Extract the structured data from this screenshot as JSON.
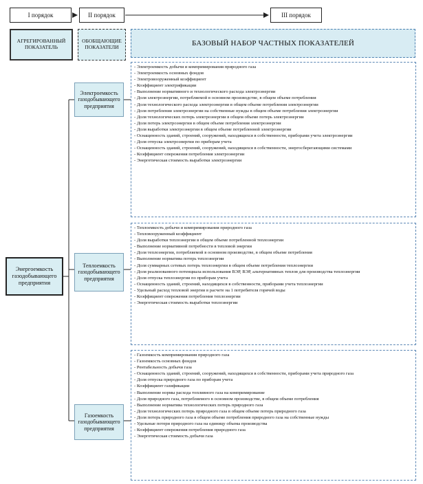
{
  "levels": {
    "first": "I порядок",
    "second": "II порядок",
    "third": "III порядок"
  },
  "headers": {
    "aggregated": "АГРЕГИРОВАННЫЙ ПОКАЗАТЕЛЬ",
    "generalizing": "ОБОБЩАЮЩИЕ ПОКАЗАТЕЛИ",
    "basic_set": "БАЗОВЫЙ НАБОР ЧАСТНЫХ ПОКАЗАТЕЛЕЙ"
  },
  "root": "Энергоемкость газодобывающего предприятия",
  "categories": [
    {
      "label": "Электроемкость газодобывающего предприятия",
      "items": [
        "Электроемкость добычи и компримирования природного газа",
        "Электроемкость основных фондов",
        "Электровооруженный коэффициент",
        "Коэффициент электрификации",
        "Выполнение нормативного и технологического расхода электроэнергии",
        "Доля электроэнергии, потребляемой в основном производстве, в общем объеме потребления",
        "Доля технологического расхода электроэнергии в общем объеме потребления электроэнергии",
        "Доля потребления электроэнергии на собственные нужды в общем объеме потребления электроэнергии",
        "Доля технологических потерь электроэнергии в общем объеме потерь электроэнергии",
        "Доля потерь электроэнергии в общем объеме потребления электроэнергии",
        "Доля выработки электроэнергии в общем объеме потребленной электроэнергии",
        "Оснащенность зданий, строений, сооружений, находящихся в собственности, приборами учета электроэнергии",
        "Доля отпуска электроэнергии по приборам учета",
        "Оснащенность зданий, строений, сооружений, находящихся в собственности, энергосберегающими системами",
        "Коэффициент опережения потребления электроэнергии",
        "Энергетическая стоимость выработки электроэнергии"
      ]
    },
    {
      "label": "Теплоемкость газодобывающего предприятия",
      "items": [
        "Теплоемкость добычи и компримирования природного газа",
        "Тепловооруженный коэффициент",
        "Доля выработки теплоэнергии в общем объеме потребленной теплоэнергии",
        "Выполнение нормативной потребности в тепловой энергии",
        "Доля теплоэнергии, потребляемой в основном производстве, в общем объеме потребления",
        "Выполнение норматива потерь теплоэнергии",
        "Доля суммарных сетевых потерь теплоэнергии в общем объеме потребления теплоэнергии",
        "Доля реализованного потенциала использования ВЭР, ВЭР, альтернативных теплов для производства теплоэнергии",
        "Доля отпуска теплоэнергии по приборам учета",
        "Оснащенность зданий, строений, находящихся в собственности, приборами учета теплоэнергии",
        "Удельный расход тепловой энергии в расчете на 1 потребителя горячей воды",
        "Коэффициент опережения потребления теплоэнергии",
        "Энергетическая стоимость выработки теплоэнергии"
      ]
    },
    {
      "label": "Газоемкость газодобывающего предприятия",
      "items": [
        "Газоемкость компримирования природного газа",
        "Газоемкость основных фондов",
        "Рентабельность добычи газа",
        "Оснащенность зданий, строений, сооружений, находящихся в собственности, приборами учета природного газа",
        "Доля отпуска природного газа по приборам учета",
        "Коэффициент газификации",
        "Выполнение нормы расхода топливного газа на компримирование",
        "Доля природного газа, потребляемого в основном производстве, в общем объеме потребления",
        "Выполнение норматива технологических потерь природного газа",
        "Доля технологических потерь природного газа в общем объеме потерь природного газа",
        "Доля потерь природного газа в общем объеме потребления природного газа на собственные нужды",
        "Удельные потери природного газа на единицу объема производства",
        "Коэффициент опережения потребления природного газа",
        "Энергетическая стоимость добычи газа"
      ]
    }
  ]
}
